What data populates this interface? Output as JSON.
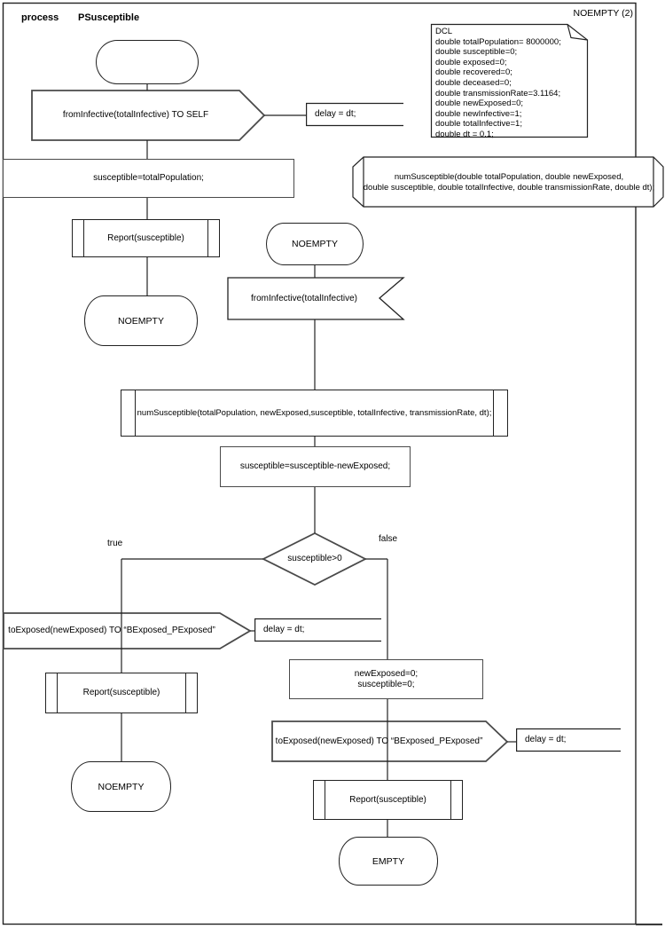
{
  "header": {
    "kind": "process",
    "name": "PSusceptible",
    "corner_label": "NOEMPTY (2)"
  },
  "notes": {
    "dcl": "DCL\ndouble totalPopulation= 8000000;\ndouble susceptible=0;\ndouble exposed=0;\ndouble recovered=0;\ndouble deceased=0;\ndouble transmissionRate=3.1164;\ndouble newExposed=0;\ndouble newInfective=1;\ndouble totalInfective=1;\ndouble dt = 0.1;",
    "signature": "numSusceptible(double totalPopulation, double newExposed,\ndouble susceptible, double totalInfective, double transmissionRate, double dt);",
    "delay_1": "delay = dt;",
    "delay_2": "delay = dt;",
    "delay_3": "delay = dt;"
  },
  "nodes": {
    "output_self": {
      "label": "fromInfective(totalInfective) TO SELF"
    },
    "task_init": {
      "text": "susceptible=totalPopulation;"
    },
    "report_1": {
      "text": "Report(susceptible)"
    },
    "state_noempty_left": {
      "label": "NOEMPTY"
    },
    "state_noempty_right": {
      "label": "NOEMPTY"
    },
    "input_from_infective": {
      "label": "fromInfective(totalInfective)"
    },
    "call_num_susceptible": {
      "text": "numSusceptible(totalPopulation, newExposed,susceptible, totalInfective, transmissionRate, dt);"
    },
    "task_update": {
      "text": "susceptible=susceptible-newExposed;"
    },
    "decision": {
      "condition": "susceptible>0",
      "true_label": "true",
      "false_label": "false"
    },
    "output_to_exposed_true": {
      "label": "toExposed(newExposed) TO “BExposed_PExposed”"
    },
    "report_2": {
      "text": "Report(susceptible)"
    },
    "state_noempty_bottom": {
      "label": "NOEMPTY"
    },
    "task_reset": {
      "text": "newExposed=0;\nsusceptible=0;"
    },
    "output_to_exposed_false": {
      "label": "toExposed(newExposed) TO “BExposed_PExposed”"
    },
    "report_3": {
      "text": "Report(susceptible)"
    },
    "state_empty": {
      "label": "EMPTY"
    }
  }
}
